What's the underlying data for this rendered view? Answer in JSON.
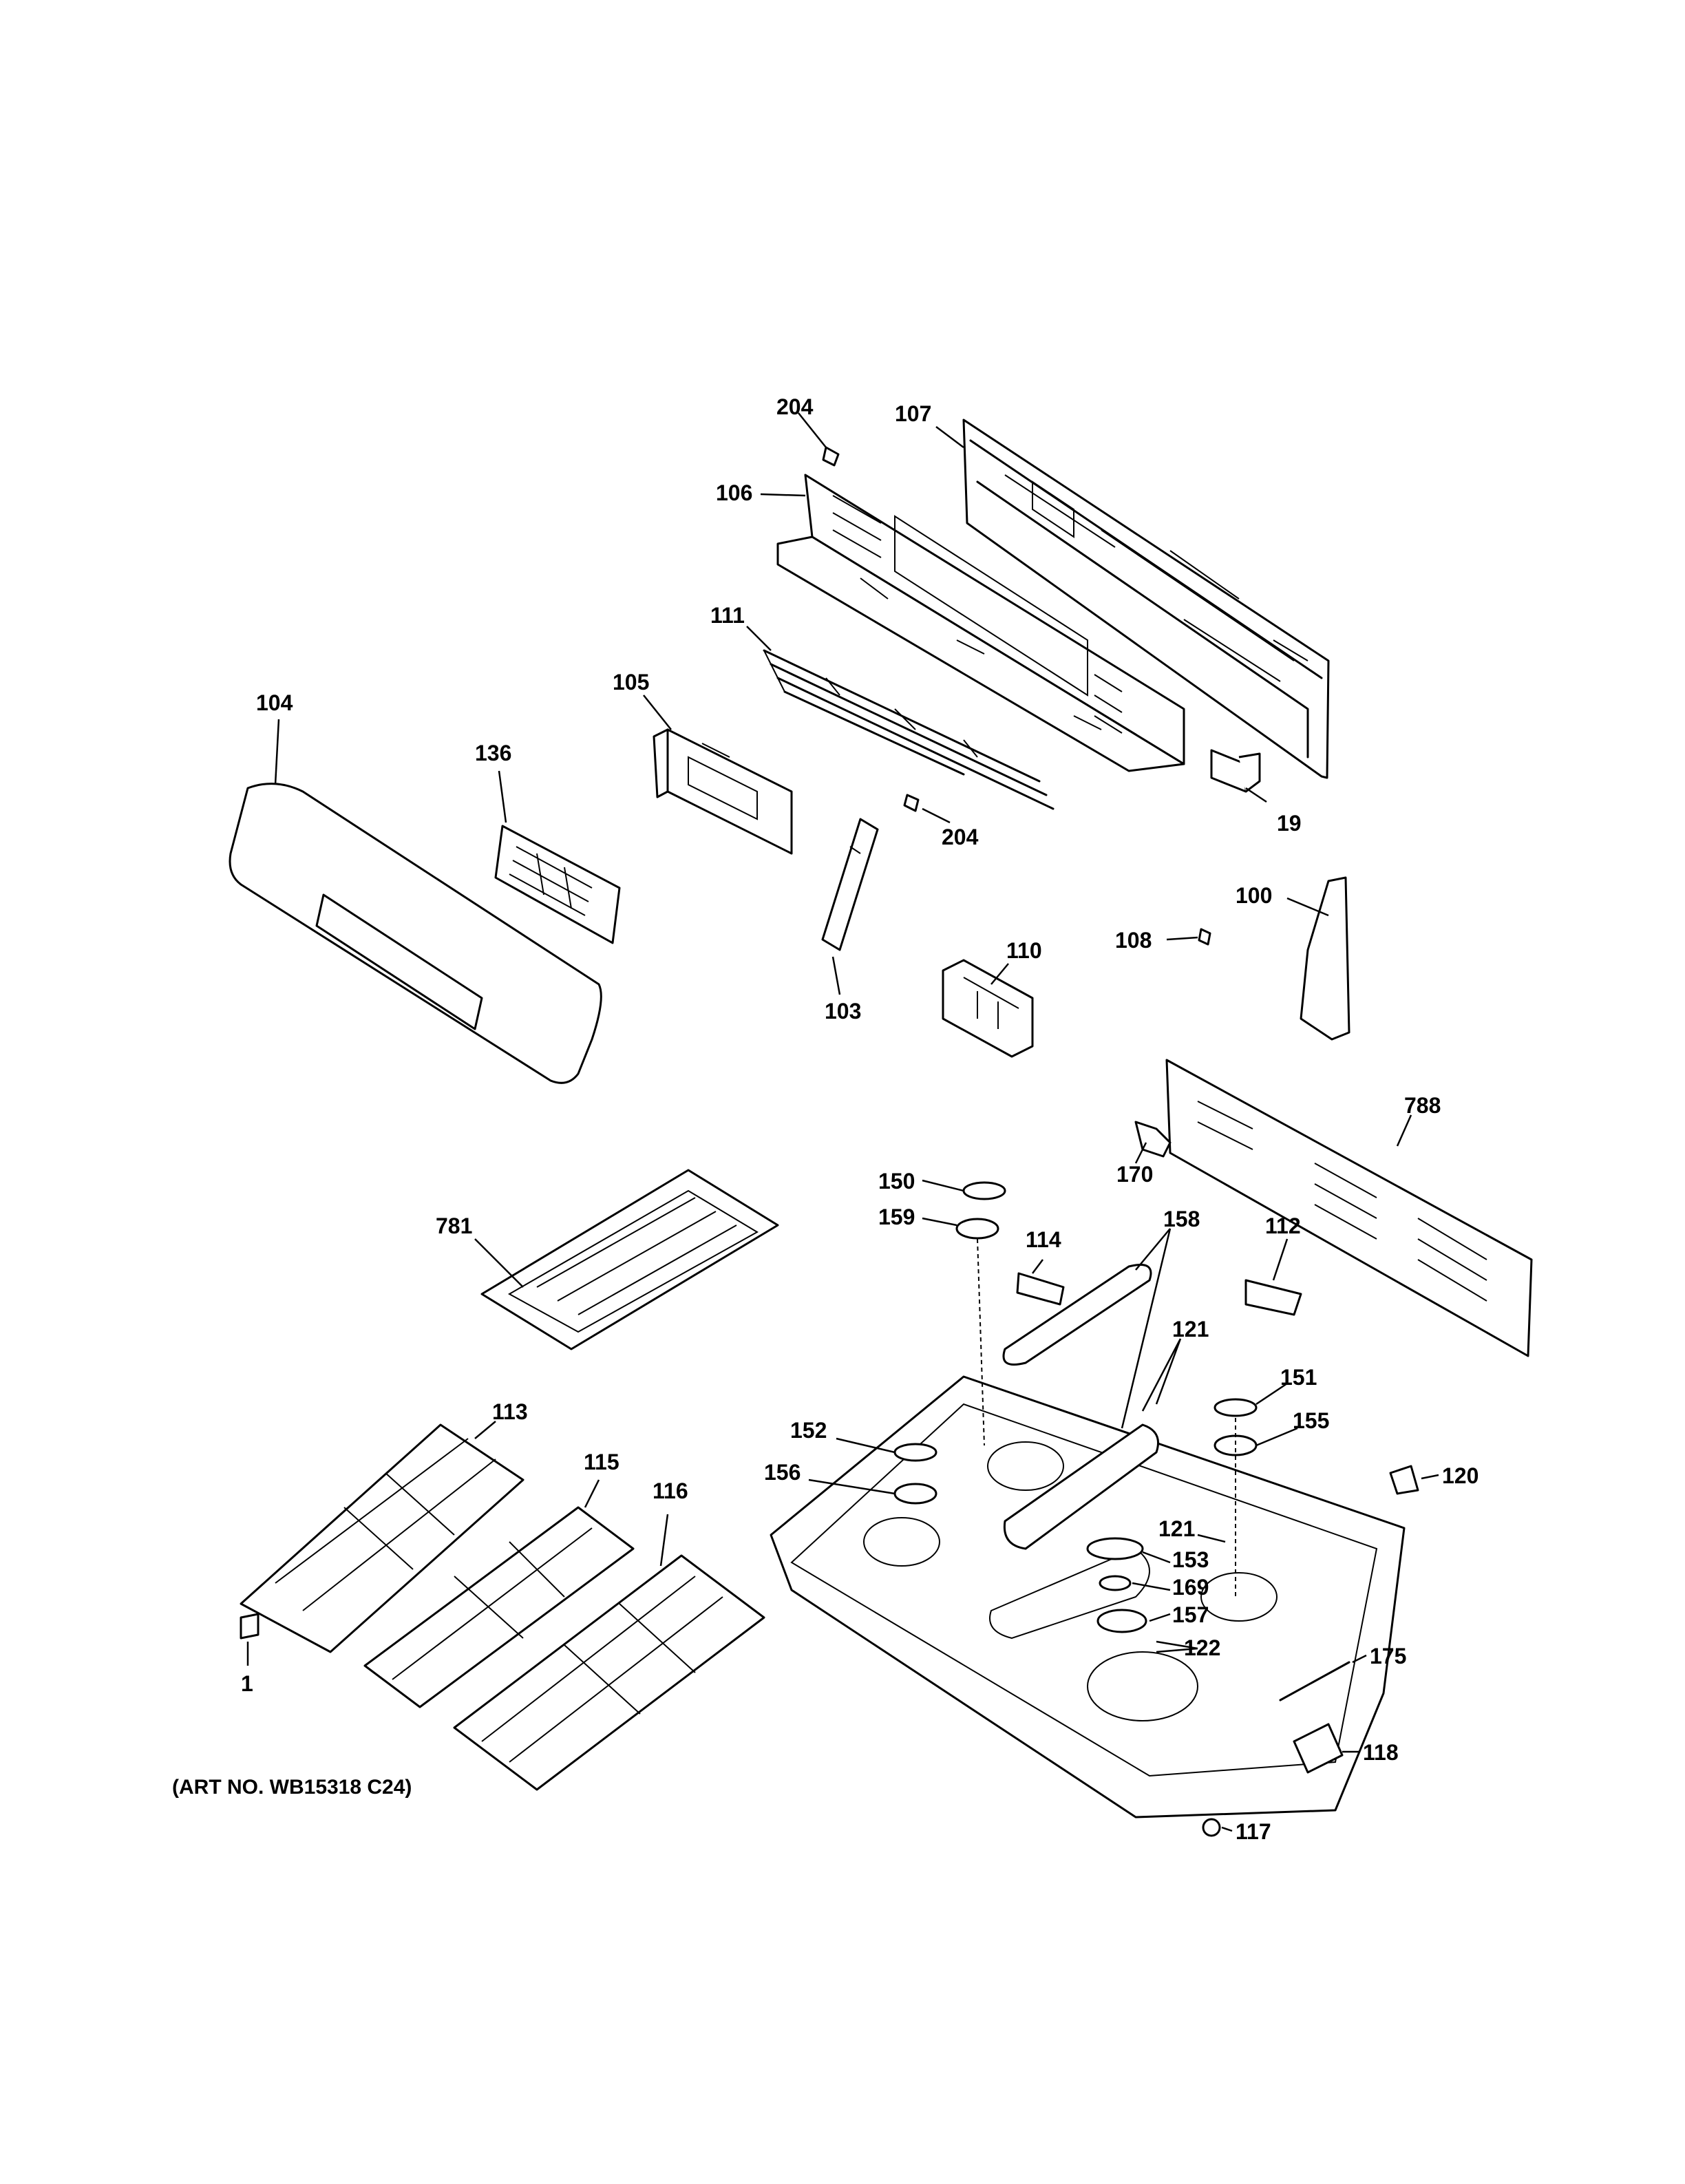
{
  "diagram": {
    "art_number": "(ART NO. WB15318 C24)",
    "parts": {
      "p204a": "204",
      "p107": "107",
      "p106": "106",
      "p111": "111",
      "p105": "105",
      "p104": "104",
      "p136": "136",
      "p204b": "204",
      "p19": "19",
      "p100": "100",
      "p108": "108",
      "p110": "110",
      "p103": "103",
      "p788": "788",
      "p170": "170",
      "p150": "150",
      "p159": "159",
      "p158": "158",
      "p781": "781",
      "p114": "114",
      "p112": "112",
      "p121a": "121",
      "p151": "151",
      "p113": "113",
      "p152": "152",
      "p155": "155",
      "p115": "115",
      "p116": "116",
      "p156": "156",
      "p120": "120",
      "p121b": "121",
      "p153": "153",
      "p169": "169",
      "p157": "157",
      "p122": "122",
      "p1": "1",
      "p175": "175",
      "p118": "118",
      "p117": "117"
    }
  }
}
